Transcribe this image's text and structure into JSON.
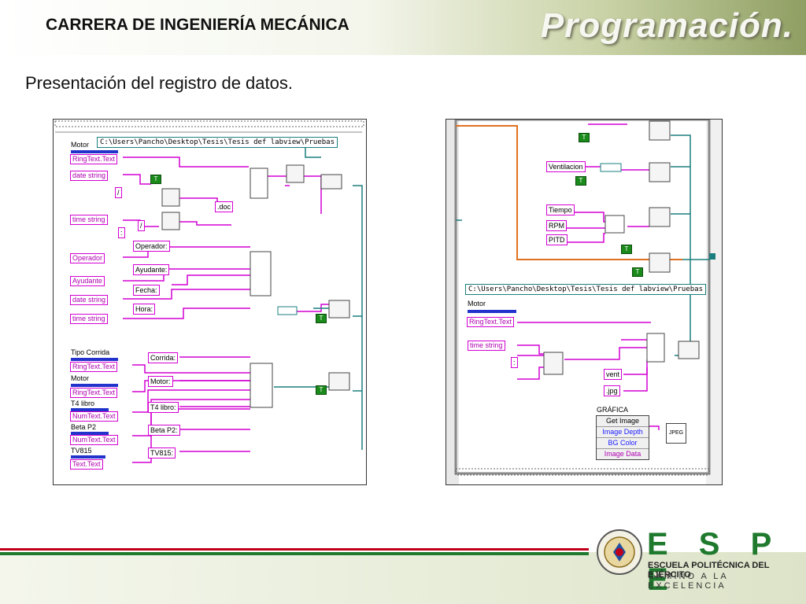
{
  "header": {
    "career": "CARRERA DE INGENIERÍA MECÁNICA",
    "title": "Programación."
  },
  "subtitle": "Presentación del registro de datos.",
  "left_diagram": {
    "path": "C:\\Users\\Pancho\\Desktop\\Tesis\\Tesis def labview\\Pruebas",
    "motor_label": "Motor",
    "motor_control": "RingText.Text",
    "date_string": "date string",
    "time_string": "time string",
    "operador_ctl": "Operador",
    "ayudante_ctl": "Ayudante",
    "date_string2": "date string",
    "time_string2": "time string",
    "consts": [
      "Operador:",
      "Ayudante:",
      "Fecha:",
      "Hora:",
      ".doc"
    ],
    "slash1": "/",
    "slash2": "/",
    "colon": ":",
    "groups": [
      {
        "label": "Tipo Corrida",
        "control": "RingText.Text",
        "const": "Corrida:"
      },
      {
        "label": "Motor",
        "control": "RingText.Text",
        "const": "Motor:"
      },
      {
        "label": "T4 libro",
        "control": "NumText.Text",
        "const": "T4 libro:"
      },
      {
        "label": "Beta P2",
        "control": "NumText.Text",
        "const": "Beta P2:"
      },
      {
        "label": "TV815",
        "control": "Text.Text",
        "const": "TV815:"
      }
    ]
  },
  "right_diagram": {
    "consts_top": [
      "Ventilacion",
      "Tiempo",
      "RPM",
      "PITD"
    ],
    "path": "C:\\Users\\Pancho\\Desktop\\Tesis\\Tesis def labview\\Pruebas",
    "motor_label": "Motor",
    "motor_control": "RingText.Text",
    "time_string": "time string",
    "colon": ":",
    "vent_const": "vent",
    "jpg_const": ".jpg",
    "grafica_label": "GRÁFICA",
    "grafica_items": [
      "Get Image",
      "Image Depth",
      "BG Color",
      "Image Data"
    ],
    "jpeg_label": "JPEG"
  },
  "logo": {
    "letters": "E S P E",
    "line1": "ESCUELA POLITÉCNICA DEL EJÉRCITO",
    "line2": "CAMINO A LA EXCELENCIA"
  },
  "colors": {
    "wire_pink": "#d400d4",
    "wire_teal": "#1b7f7f",
    "wire_orange": "#e07020",
    "stripe_red": "#c0001a",
    "stripe_green": "#1f7a2e"
  }
}
